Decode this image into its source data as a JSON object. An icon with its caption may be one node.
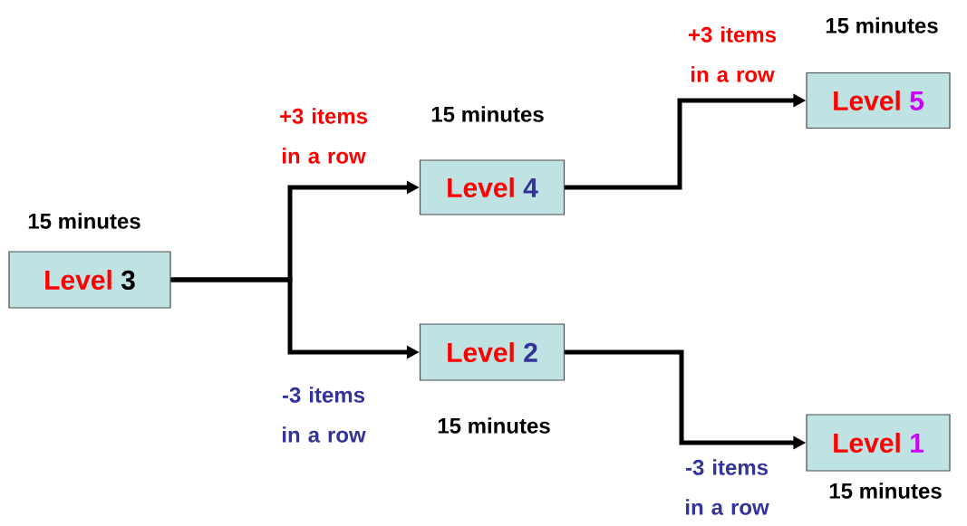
{
  "diagram": {
    "nodes": [
      {
        "text": [
          "Level",
          "3"
        ],
        "beside": [
          "15 minutes"
        ]
      },
      {
        "text": [
          "Level",
          "4"
        ],
        "beside": [
          "15 minutes"
        ]
      },
      {
        "text": [
          "Level",
          "2"
        ],
        "beside": [
          "15 minutes"
        ]
      },
      {
        "text": [
          "Level",
          "5"
        ],
        "beside": [
          "15 minutes"
        ]
      },
      {
        "text": [
          "Level",
          "1"
        ],
        "beside": [
          "15 minutes"
        ]
      }
    ],
    "edges": [
      {
        "from": 0,
        "to": 1,
        "arrow": "to",
        "label": "+3 items in a row"
      },
      {
        "from": 0,
        "to": 2,
        "arrow": "to",
        "label": "-3 items in a row"
      },
      {
        "from": 1,
        "to": 3,
        "arrow": "to",
        "label": "+3 items in a row"
      },
      {
        "from": 2,
        "to": 4,
        "arrow": "to",
        "label": "-3 items in a row"
      }
    ]
  }
}
